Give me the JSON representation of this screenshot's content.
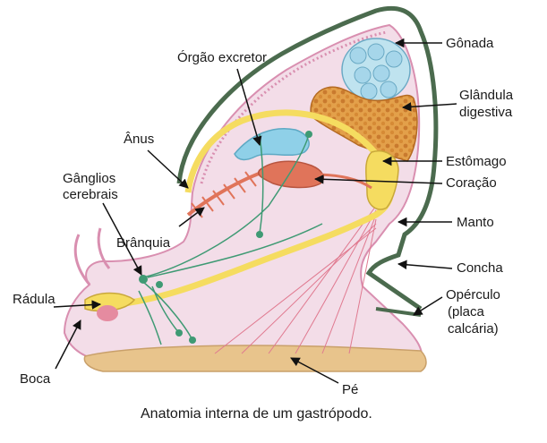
{
  "labels": {
    "gonada": "Gônada",
    "glandula_1": "Glândula",
    "glandula_2": "digestiva",
    "orgao_excretor": "Órgão excretor",
    "anus": "Ânus",
    "estomago": "Estômago",
    "ganglios_1": "Gânglios",
    "ganglios_2": "cerebrais",
    "coracao": "Coração",
    "branquia": "Brânquia",
    "manto": "Manto",
    "concha": "Concha",
    "radula": "Rádula",
    "operculo_1": "Opérculo",
    "operculo_2": "(placa",
    "operculo_3": "calcária)",
    "boca": "Boca",
    "pe": "Pé"
  },
  "caption": "Anatomia interna de um gastrópodo.",
  "colors": {
    "body_fill": "#f3dde8",
    "body_outline": "#d98fb0",
    "shell": "#4b6b4e",
    "foot": "#e8c48c",
    "gonad": "#bfe3ef",
    "digestive_gland": "#e3a04a",
    "stomach": "#f5dc60",
    "heart": "#e0745a",
    "excretory": "#8fd0e8",
    "nerve": "#3f9a74"
  }
}
